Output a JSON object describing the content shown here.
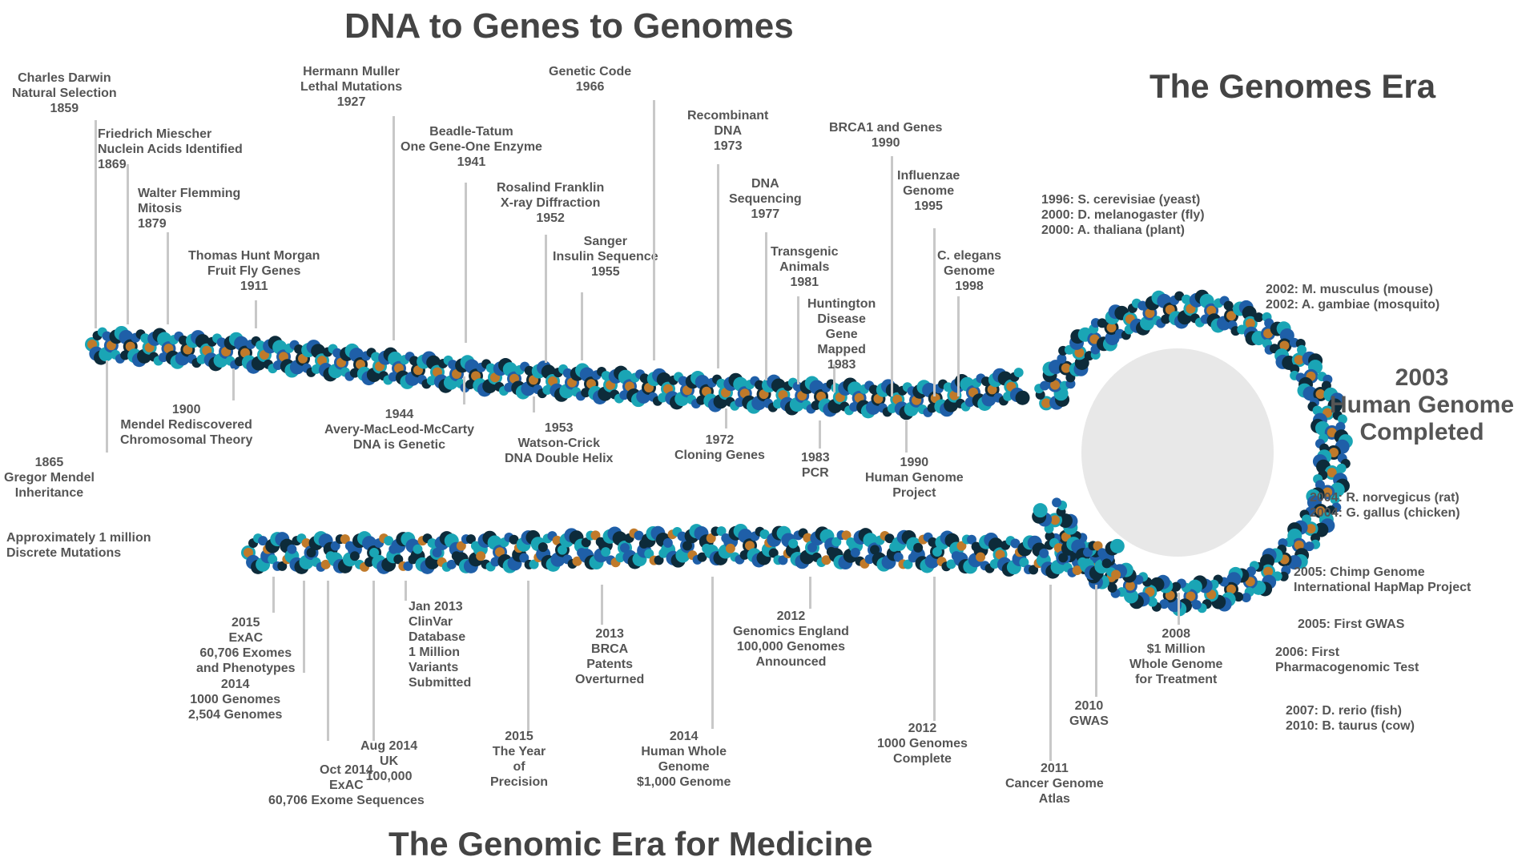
{
  "titles": {
    "main": "DNA to Genes to Genomes",
    "genomes_era": "The Genomes Era",
    "medicine_era": "The Genomic Era for Medicine"
  },
  "colors": {
    "helix_teal": "#1aa5b5",
    "helix_blue": "#1f5fa8",
    "helix_navy": "#0d2b3a",
    "helix_orange": "#c07a2a",
    "leader_gray": "#c8c8c8",
    "text_gray": "#555555"
  },
  "upper_above": [
    {
      "text": "Charles Darwin\nNatural Selection\n1859"
    },
    {
      "text": "Friedrich Miescher\nNuclein Acids Identified\n1869"
    },
    {
      "text": "Walter Flemming\nMitosis\n1879"
    },
    {
      "text": "Thomas Hunt Morgan\nFruit Fly Genes\n1911"
    },
    {
      "text": "Hermann Muller\nLethal Mutations\n1927"
    },
    {
      "text": "Beadle-Tatum\nOne Gene-One Enzyme\n1941"
    },
    {
      "text": "Rosalind Franklin\nX-ray Diffraction\n1952"
    },
    {
      "text": "Sanger\nInsulin Sequence\n1955"
    },
    {
      "text": "Genetic Code\n1966"
    },
    {
      "text": "Recombinant\nDNA\n1973"
    },
    {
      "text": "DNA\nSequencing\n1977"
    },
    {
      "text": "Transgenic\nAnimals\n1981"
    },
    {
      "text": "Huntington\nDisease\nGene\nMapped\n1983"
    },
    {
      "text": "BRCA1 and Genes\n1990"
    },
    {
      "text": "Influenzae\nGenome\n1995"
    },
    {
      "text": "C. elegans\nGenome\n1998"
    }
  ],
  "upper_below": [
    {
      "text": "1865\nGregor Mendel\nInheritance"
    },
    {
      "text": "1900\nMendel Rediscovered\nChromosomal Theory"
    },
    {
      "text": "1944\nAvery-MacLeod-McCarty\nDNA is Genetic"
    },
    {
      "text": "1953\nWatson-Crick\nDNA Double Helix"
    },
    {
      "text": "1972\nCloning Genes"
    },
    {
      "text": "1983\nPCR"
    },
    {
      "text": "1990\nHuman Genome\nProject"
    }
  ],
  "genomes_era_list": [
    {
      "text": "1996: S. cerevisiae (yeast)\n2000: D. melanogaster (fly)\n2000: A. thaliana (plant)"
    },
    {
      "text": "2002: M. musculus (mouse)\n2002: A. gambiae (mosquito)"
    },
    {
      "text": "2003\nHuman Genome\nCompleted"
    },
    {
      "text": "2004: R. norvegicus (rat)\n2004: G. gallus (chicken)"
    },
    {
      "text": "2005: Chimp Genome\nInternational HapMap Project"
    },
    {
      "text": "2005: First GWAS"
    },
    {
      "text": "2006: First\nPharmacogenomic Test"
    },
    {
      "text": "2007: D. rerio (fish)\n2010: B. taurus (cow)"
    }
  ],
  "side_note": {
    "text": "Approximately 1 million\nDiscrete Mutations"
  },
  "lower_below": [
    {
      "text": "2015\nExAC\n60,706 Exomes\nand Phenotypes"
    },
    {
      "text": "2014\n1000 Genomes\n2,504 Genomes"
    },
    {
      "text": "Oct 2014\nExAC\n60,706 Exome Sequences"
    },
    {
      "text": "Aug 2014\nUK\n100,000"
    },
    {
      "text": "Jan 2013\nClinVar\nDatabase\n1 Million\nVariants\nSubmitted"
    },
    {
      "text": "2015\nThe Year\nof\nPrecision"
    },
    {
      "text": "2013\nBRCA\nPatents\nOverturned"
    },
    {
      "text": "2014\nHuman Whole\nGenome\n$1,000 Genome"
    },
    {
      "text": "2012\nGenomics England\n100,000 Genomes\nAnnounced"
    },
    {
      "text": "2012\n1000 Genomes\nComplete"
    },
    {
      "text": "2011\nCancer Genome\nAtlas"
    },
    {
      "text": "2010\nGWAS"
    },
    {
      "text": "2008\n$1 Million\nWhole Genome\nfor Treatment"
    }
  ]
}
